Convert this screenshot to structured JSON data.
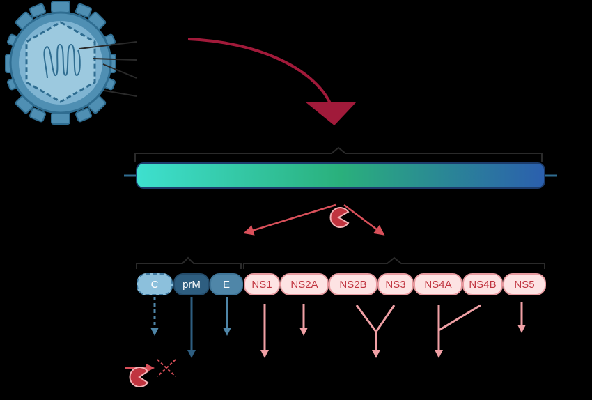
{
  "colors": {
    "background": "#000000",
    "virus_dark": "#2f6d91",
    "virus_mid": "#4f8fb3",
    "virus_light": "#9cc9df",
    "genome_gradient": [
      "#3ee0cf",
      "#2ab07c",
      "#2b5fae"
    ],
    "protease": "#c0343f",
    "curved_arrow": "#a11a3a",
    "c_protein": "#8cc0dc",
    "prm_protein": "#2e5e80",
    "e_protein": "#4f86a8",
    "ns_fill": "#fde3e3",
    "ns_text": "#c0343f",
    "ns_arrow": "#f0a0a5"
  },
  "structural_proteins": [
    {
      "label": "C",
      "style": "dashed"
    },
    {
      "label": "prM",
      "style": "solid"
    },
    {
      "label": "E",
      "style": "solid"
    }
  ],
  "nonstructural_proteins": [
    {
      "label": "NS1"
    },
    {
      "label": "NS2A"
    },
    {
      "label": "NS2B"
    },
    {
      "label": "NS3"
    },
    {
      "label": "NS4A"
    },
    {
      "label": "NS4B"
    },
    {
      "label": "NS5"
    }
  ],
  "icons": {
    "virion": "virion-icon",
    "protease": "pacman-protease-icon",
    "blocked": "x-mark-icon"
  }
}
